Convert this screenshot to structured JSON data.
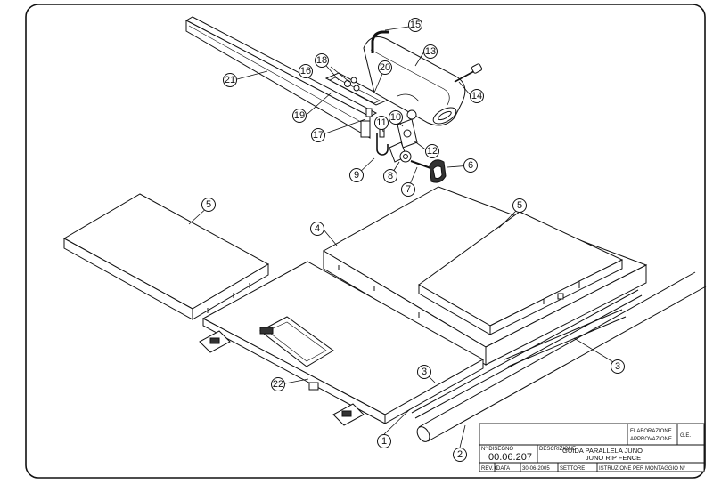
{
  "drawing": {
    "callouts": {
      "c1": "1",
      "c2": "2",
      "c3a": "3",
      "c3b": "3",
      "c4": "4",
      "c5a": "5",
      "c5b": "5",
      "c6": "6",
      "c7": "7",
      "c8": "8",
      "c9": "9",
      "c10": "10",
      "c11": "11",
      "c12": "12",
      "c13": "13",
      "c14": "14",
      "c15": "15",
      "c16": "16",
      "c17": "17",
      "c18": "18",
      "c19": "19",
      "c20": "20",
      "c21": "21",
      "c22": "22"
    }
  },
  "title_block": {
    "elaborazione_label": "ELABORAZIONE",
    "approvazione_label": "APPROVAZIONE",
    "approver": "G.E.",
    "n_disegno_label": "N° DISEGNO",
    "drawing_number": "00.06.207",
    "descrizione_label": "DESCRIZIONE",
    "title_it": "GUIDA PARALLELA JUNO",
    "title_en": "JUNO RIP FENCE",
    "rev_label": "REV. 0",
    "data_label": "DATA",
    "date": "30-06-2005",
    "settore_label": "SETTORE",
    "istruzione_label": "ISTRUZIONE PER MONTAGGIO N°"
  }
}
